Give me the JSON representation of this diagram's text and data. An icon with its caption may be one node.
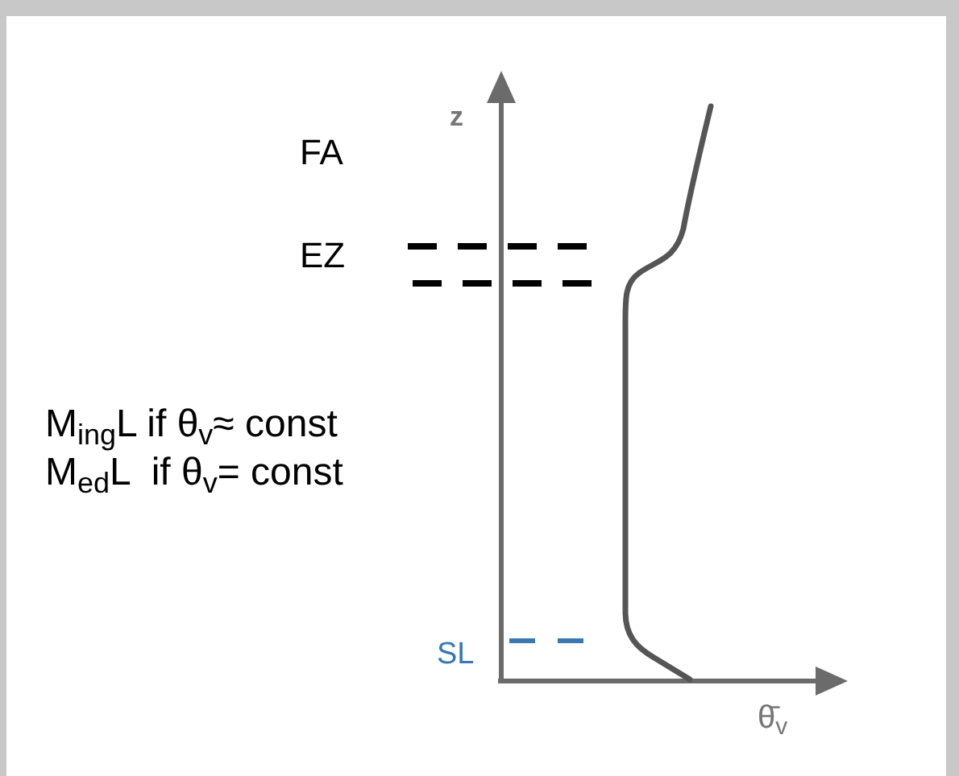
{
  "diagram": {
    "labels": [
      "z",
      "FA",
      "EZ",
      "M$_{ing}$L if θ$_{v}$≈ const",
      "M$_{ed}$L  if θ$_{v}$= const",
      "SL",
      "θ̄$_{v}$"
    ]
  }
}
